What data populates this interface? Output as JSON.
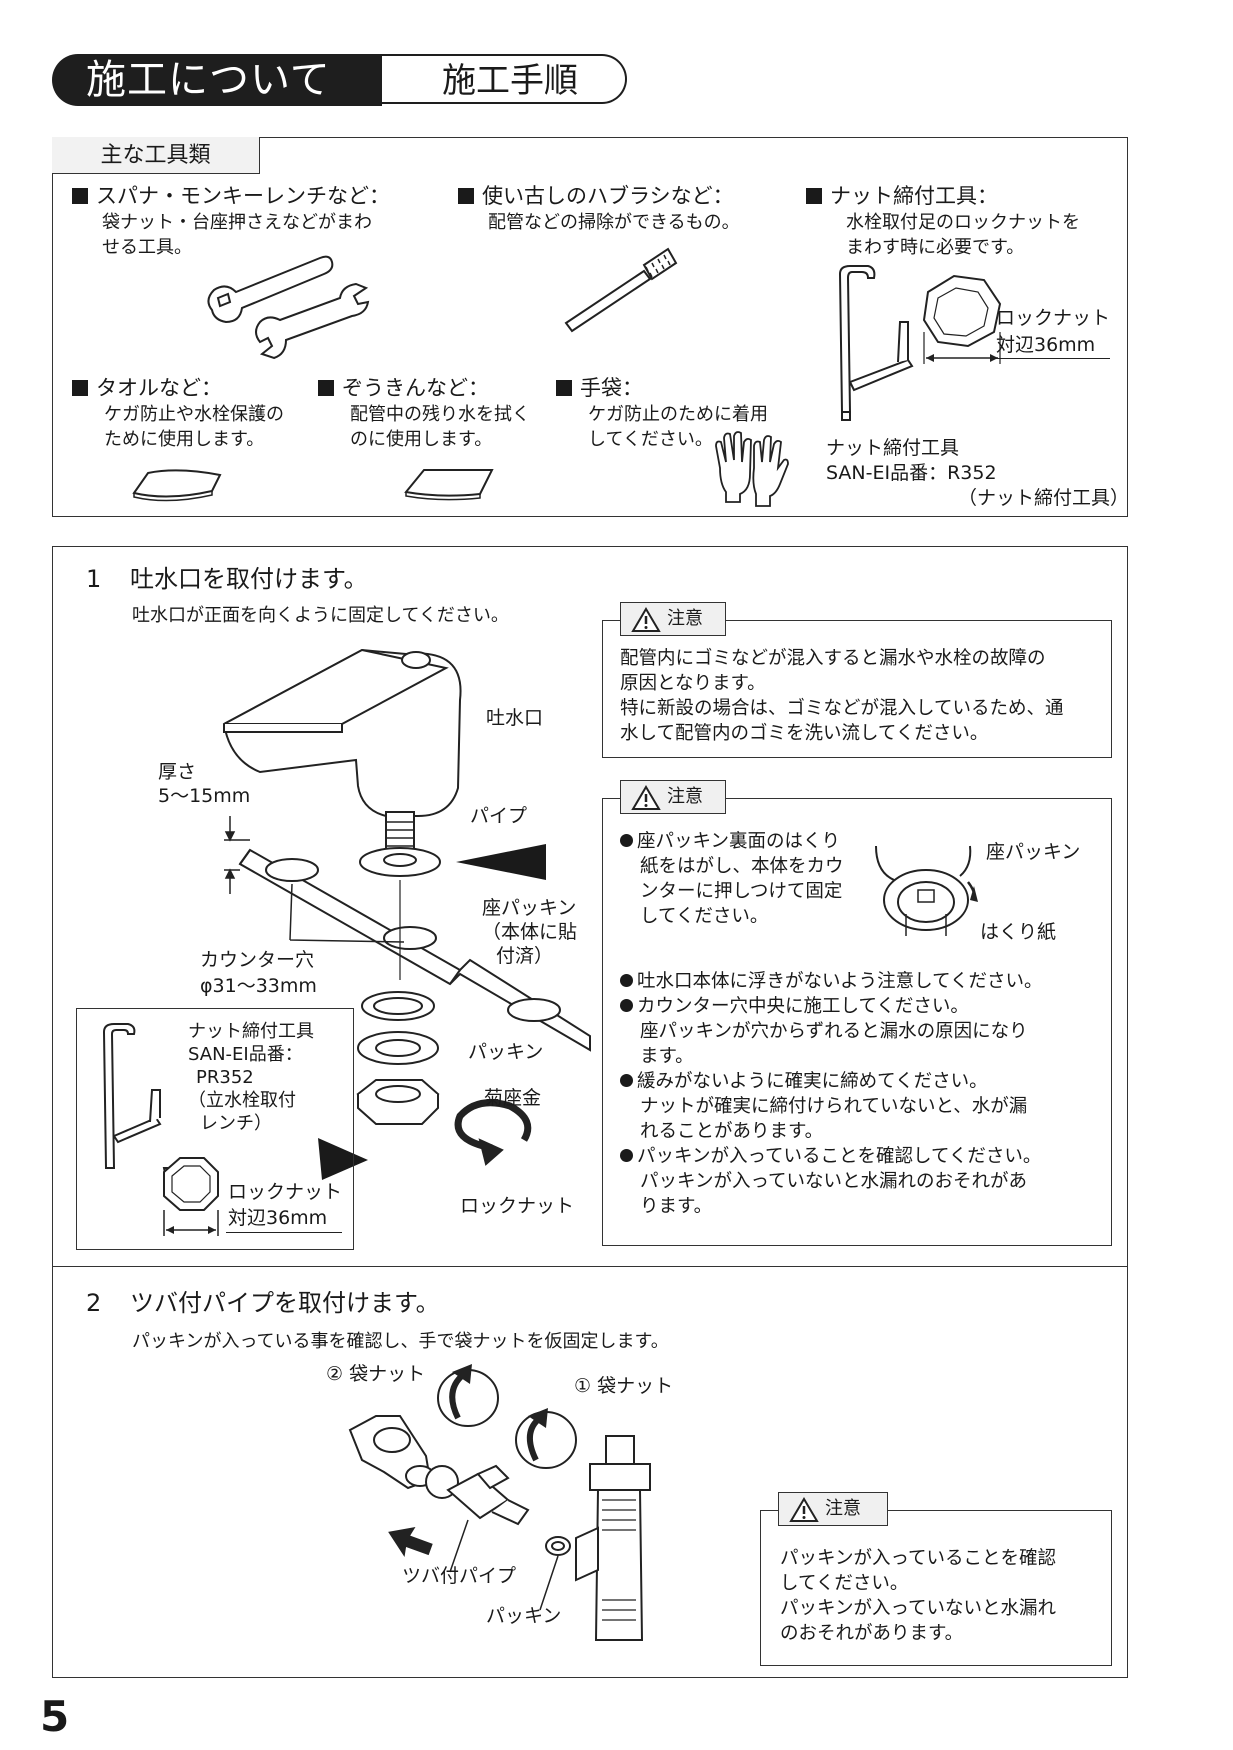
{
  "header": {
    "title": "施工について",
    "subtitle": "施工手順"
  },
  "tools": {
    "section_label": "主な工具類",
    "items": [
      {
        "title": "スパナ・モンキーレンチなど：",
        "desc1": "袋ナット・台座押さえなどがまわ",
        "desc2": "せる工具。"
      },
      {
        "title": "使い古しのハブラシなど：",
        "desc1": "配管などの掃除ができるもの。"
      },
      {
        "title": "ナット締付工具：",
        "desc1": "水栓取付足のロックナットを",
        "desc2": "まわす時に必要です。"
      },
      {
        "title": "タオルなど：",
        "desc1": "ケガ防止や水栓保護の",
        "desc2": "ために使用します。"
      },
      {
        "title": "ぞうきんなど：",
        "desc1": "配管中の残り水を拭く",
        "desc2": "のに使用します。"
      },
      {
        "title": "手袋：",
        "desc1": "ケガ防止のために着用",
        "desc2": "してください。"
      }
    ],
    "locknut_label1": "ロックナット",
    "locknut_label2": "対辺36mm",
    "nut_tool_line1": "ナット締付工具",
    "nut_tool_line2": "SAN-EI品番：R352",
    "nut_tool_line3": "（ナット締付工具）"
  },
  "step1": {
    "number": "1",
    "title": "吐水口を取付けます。",
    "subtitle": "吐水口が正面を向くように固定してください。",
    "labels": {
      "spout": "吐水口",
      "thickness1": "厚さ",
      "thickness2": "5～15mm",
      "pipe": "パイプ",
      "seat_packing1": "座パッキン",
      "seat_packing2": "（本体に貼",
      "seat_packing3": "付済）",
      "counter_hole1": "カウンター穴",
      "counter_hole2": "φ31～33mm",
      "packing": "パッキン",
      "washer": "菊座金",
      "locknut": "ロックナット"
    },
    "inset": {
      "line1": "ナット締付工具",
      "line2": "SAN-EI品番：",
      "line3": "PR352",
      "line4": "（立水栓取付",
      "line5": "レンチ）",
      "locknut1": "ロックナット",
      "locknut2": "対辺36mm"
    },
    "caution1": {
      "tab": "注意",
      "line1": "配管内にゴミなどが混入すると漏水や水栓の故障の",
      "line2": "原因となります。",
      "line3": "特に新設の場合は、ゴミなどが混入しているため、通",
      "line4": "水して配管内のゴミを洗い流してください。"
    },
    "caution2": {
      "tab": "注意",
      "b1_l1": "座パッキン裏面のはくり",
      "b1_l2": "紙をはがし、本体をカウ",
      "b1_l3": "ンターに押しつけて固定",
      "b1_l4": "してください。",
      "seat_packing": "座パッキン",
      "release_paper": "はくり紙",
      "b2": "吐水口本体に浮きがないよう注意してください。",
      "b3": "カウンター穴中央に施工してください。",
      "b3_s1": "座パッキンが穴からずれると漏水の原因になり",
      "b3_s2": "ます。",
      "b4": "緩みがないように確実に締めてください。",
      "b4_s1": "ナットが確実に締付けられていないと、水が漏",
      "b4_s2": "れることがあります。",
      "b5": "パッキンが入っていることを確認してください。",
      "b5_s1": "パッキンが入っていないと水漏れのおそれがあ",
      "b5_s2": "ります。"
    }
  },
  "step2": {
    "number": "2",
    "title": "ツバ付パイプを取付けます。",
    "subtitle": "パッキンが入っている事を確認し、手で袋ナットを仮固定します。",
    "labels": {
      "nut2": "② 袋ナット",
      "nut1": "① 袋ナット",
      "flanged_pipe": "ツバ付パイプ",
      "packing": "パッキン"
    },
    "caution": {
      "tab": "注意",
      "line1": "パッキンが入っていることを確認",
      "line2": "してください。",
      "line3": "パッキンが入っていないと水漏れ",
      "line4": "のおそれがあります。"
    }
  },
  "page_number": "5"
}
